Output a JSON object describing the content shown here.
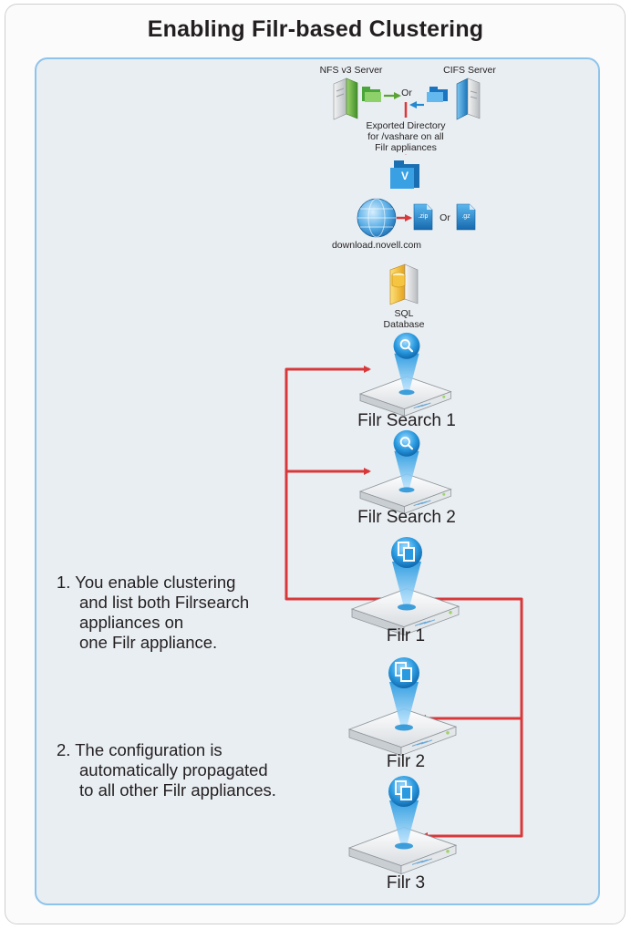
{
  "title": "Enabling Filr-based Clustering",
  "storage": {
    "nfs_label": "NFS v3 Server",
    "cifs_label": "CIFS Server",
    "or_label": "Or",
    "exported_lines": [
      "Exported Directory",
      "for /vashare on all",
      "Filr appliances"
    ],
    "folder_letter": "V"
  },
  "download": {
    "zip_label": ".zip",
    "or_label": "Or",
    "gz_label": ".gz",
    "site_label": "download.novell.com"
  },
  "database": {
    "line1": "SQL",
    "line2": "Database"
  },
  "appliances": {
    "search1": "Filr Search 1",
    "search2": "Filr Search 2",
    "filr1": "Filr 1",
    "filr2": "Filr 2",
    "filr3": "Filr 3"
  },
  "notes": {
    "step1": [
      "1. You enable clustering",
      "and list both Filrsearch",
      "appliances on",
      "one Filr appliance."
    ],
    "step2": [
      "2. The configuration is",
      "automatically propagated",
      "to all other Filr appliances."
    ]
  },
  "colors": {
    "panel_border": "#8cc4ec",
    "panel_fill": "#e9eef2",
    "arrow_red": "#d9383a",
    "appliance_blue": "#1f8fd6"
  }
}
